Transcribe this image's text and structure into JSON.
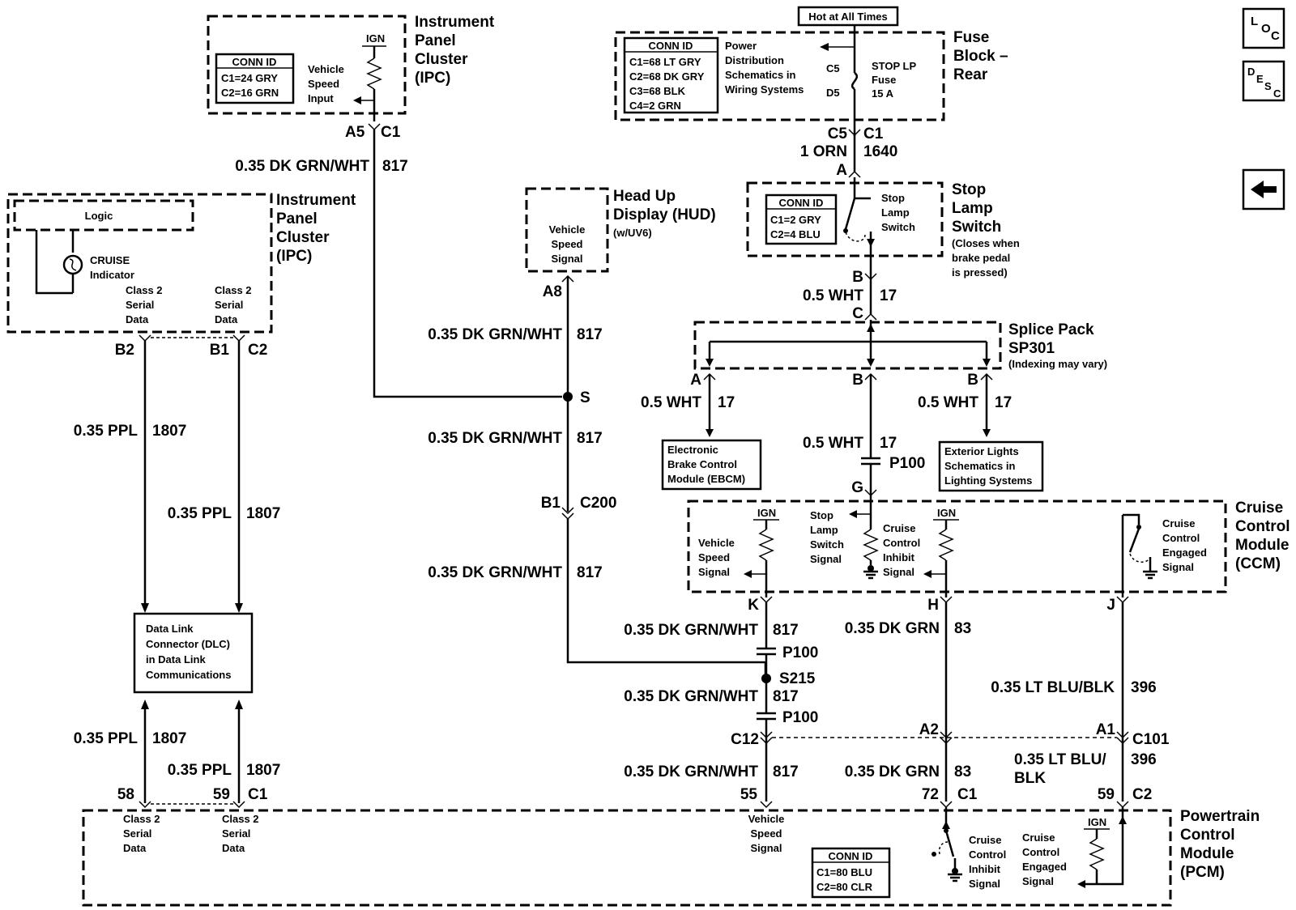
{
  "hot_at_all_times": "Hot at All Times",
  "ipc_top": {
    "title": [
      "Instrument",
      "Panel",
      "Cluster",
      "(IPC)"
    ],
    "conn_title": "CONN ID",
    "conn": [
      "C1=24 GRY",
      "C2=16 GRN"
    ],
    "ign": "IGN",
    "input": [
      "Vehicle",
      "Speed",
      "Input"
    ],
    "pins": [
      "A5",
      "C1"
    ],
    "wire": "0.35 DK GRN/WHT",
    "circuit": "817"
  },
  "fuse_block": {
    "title": [
      "Fuse",
      "Block –",
      "Rear"
    ],
    "conn_title": "CONN ID",
    "conn": [
      "C1=68 LT GRY",
      "C2=68 DK GRY",
      "C3=68 BLK",
      "C4=2 GRN"
    ],
    "pd": [
      "Power",
      "Distribution",
      "Schematics in",
      "Wiring Systems"
    ],
    "c5": "C5",
    "d5": "D5",
    "fuse": [
      "STOP LP",
      "Fuse",
      "15 A"
    ],
    "pins": [
      "C5",
      "C1"
    ],
    "wire": "1 ORN",
    "circuit": "1640"
  },
  "hud": {
    "title": [
      "Head Up",
      "Display (HUD)"
    ],
    "option": "(w/UV6)",
    "signal": [
      "Vehicle",
      "Speed",
      "Signal"
    ],
    "pin": "A8",
    "wire": "0.35 DK GRN/WHT",
    "circuit": "817"
  },
  "stop_lamp": {
    "title": [
      "Stop",
      "Lamp",
      "Switch"
    ],
    "note": [
      "(Closes when",
      "brake pedal",
      "is pressed)"
    ],
    "conn_title": "CONN ID",
    "conn": [
      "C1=2 GRY",
      "C2=4 BLU"
    ],
    "label": [
      "Stop",
      "Lamp",
      "Switch"
    ],
    "pin_a": "A",
    "pin_b": "B",
    "wire": "0.5 WHT",
    "circuit": "17"
  },
  "splice_pack": {
    "title": [
      "Splice Pack",
      "SP301"
    ],
    "note": "(Indexing may vary)",
    "pin_c": "C",
    "pins": [
      "A",
      "B",
      "B"
    ],
    "wire": "0.5 WHT",
    "circuit": "17",
    "ebcm": [
      "Electronic",
      "Brake Control",
      "Module (EBCM)"
    ],
    "ext": [
      "Exterior Lights",
      "Schematics in",
      "Lighting Systems"
    ],
    "p100": "P100",
    "g": "G"
  },
  "ipc_left": {
    "title": [
      "Instrument",
      "Panel",
      "Cluster",
      "(IPC)"
    ],
    "logic": "Logic",
    "cruise": [
      "CRUISE",
      "Indicator"
    ],
    "data1": [
      "Class 2",
      "Serial",
      "Data"
    ],
    "data2": [
      "Class 2",
      "Serial",
      "Data"
    ],
    "pins": [
      "B2",
      "B1",
      "C2"
    ],
    "wire": "0.35 PPL",
    "circuit": "1807"
  },
  "splice_s": "S",
  "c200": {
    "b1": "B1",
    "name": "C200"
  },
  "dlc": [
    "Data Link",
    "Connector (DLC)",
    "in Data Link",
    "Communications"
  ],
  "ccm": {
    "title": [
      "Cruise",
      "Control",
      "Module",
      "(CCM)"
    ],
    "ign1": "IGN",
    "ign2": "IGN",
    "vss": [
      "Vehicle",
      "Speed",
      "Signal"
    ],
    "sls": [
      "Stop",
      "Lamp",
      "Switch",
      "Signal"
    ],
    "inhibit": [
      "Cruise",
      "Control",
      "Inhibit",
      "Signal"
    ],
    "engaged": [
      "Cruise",
      "Control",
      "Engaged",
      "Signal"
    ],
    "pins": [
      "K",
      "H",
      "J"
    ]
  },
  "lower_wires": {
    "vss_wire": "0.35 DK GRN/WHT",
    "vss_circuit": "817",
    "p100_a": "P100",
    "s215": "S215",
    "p100_b": "P100",
    "c12": "C12",
    "grn_wire": "0.35 DK GRN",
    "grn_circuit": "83",
    "a2": "A2",
    "blu_wire": "0.35 LT BLU/BLK",
    "blu_circuit": "396",
    "a1": "A1",
    "c101": "C101",
    "blu_wire_lower": [
      "0.35 LT BLU/",
      "BLK"
    ]
  },
  "pcm": {
    "title": [
      "Powertrain",
      "Control",
      "Module",
      "(PCM)"
    ],
    "pins": [
      "58",
      "59",
      "C1",
      "55",
      "72",
      "C1",
      "59",
      "C2"
    ],
    "data1": [
      "Class 2",
      "Serial",
      "Data"
    ],
    "data2": [
      "Class 2",
      "Serial",
      "Data"
    ],
    "vss": [
      "Vehicle",
      "Speed",
      "Signal"
    ],
    "conn_title": "CONN ID",
    "conn": [
      "C1=80 BLU",
      "C2=80 CLR"
    ],
    "inhibit": [
      "Cruise",
      "Control",
      "Inhibit",
      "Signal"
    ],
    "engaged": [
      "Cruise",
      "Control",
      "Engaged",
      "Signal"
    ],
    "ign": "IGN"
  },
  "side": {
    "loc": [
      "L",
      "O",
      "C"
    ],
    "desc": [
      "D",
      "E",
      "S",
      "C"
    ]
  }
}
